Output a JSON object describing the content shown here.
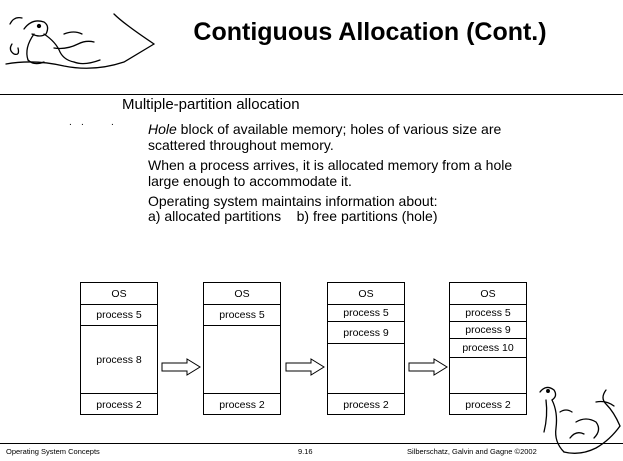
{
  "slide": {
    "title": "Contiguous Allocation (Cont.)",
    "heading": "Multiple-partition allocation",
    "bullet1_term": "Hole",
    "bullet1_line1_rest": " block of available memory; holes of various size are",
    "bullet1_line2": "scattered throughout memory.",
    "bullet2_line1": "When a process arrives, it is allocated memory from a hole",
    "bullet2_line2": "large enough to accommodate it.",
    "bullet3_line1": "Operating system maintains information about:",
    "bullet3_line2": "a) allocated partitions    b) free partitions (hole)"
  },
  "diagram": {
    "columns": [
      {
        "os": "OS",
        "seg1": "process 5",
        "seg2": "",
        "seg3": "process 8",
        "seg4": "process 2"
      },
      {
        "os": "OS",
        "seg1": "process 5",
        "seg2": "",
        "seg3": "",
        "seg4": "process 2"
      },
      {
        "os": "OS",
        "seg1": "process 5",
        "seg2": "process 9",
        "seg3": "",
        "seg4": "process 2"
      },
      {
        "os": "OS",
        "seg1": "process 5",
        "seg2": "process 9",
        "seg3": "process 10",
        "seg4": "process 2"
      }
    ]
  },
  "footer": {
    "left": "Operating System Concepts",
    "center": "9.16",
    "right": "Silberschatz, Galvin and  Gagne ©2002"
  }
}
